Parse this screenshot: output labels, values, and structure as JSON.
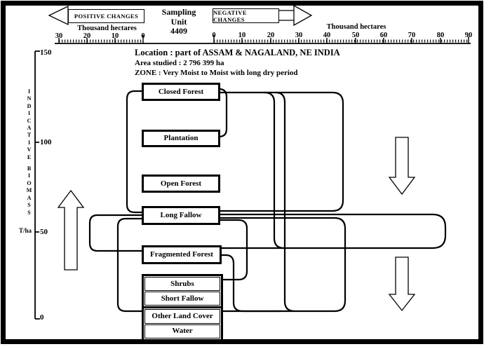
{
  "header": {
    "positive_label": "POSITIVE CHANGES",
    "negative_label": "NEGATIVE CHANGES",
    "sampling_unit": [
      "Sampling",
      "Unit",
      "4409"
    ],
    "left_axis_title": "Thousand  hectares",
    "right_axis_title": "Thousand  hectares",
    "left_axis_ticks": [
      "30",
      "20",
      "10",
      "0"
    ],
    "right_axis_ticks": [
      "0",
      "10",
      "20",
      "30",
      "40",
      "50",
      "60",
      "70",
      "80",
      "90"
    ]
  },
  "info": {
    "location": "Location :  part of ASSAM &  NAGALAND, NE INDIA",
    "area": "Area studied : 2 796 399 ha",
    "zone": "ZONE :  Very Moist  to Moist with long dry period"
  },
  "y_axis": {
    "title": "INDICATIVE BIOMASS",
    "unit": "T/ha",
    "ticks": [
      "150",
      "100",
      "50",
      "0"
    ]
  },
  "boxes": {
    "closed_forest": "Closed Forest",
    "plantation": "Plantation",
    "open_forest": "Open Forest",
    "long_fallow": "Long Fallow",
    "fragmented_forest": "Fragmented Forest",
    "shrubs": "Shrubs",
    "short_fallow": "Short Fallow",
    "other_land_cover": "Other Land Cover",
    "water": "Water"
  },
  "connectors": [
    {
      "from": "Closed Forest",
      "to": "Plantation",
      "side": "right"
    },
    {
      "from": "Closed Forest",
      "to": "Long Fallow",
      "side": "left"
    },
    {
      "from": "Closed Forest",
      "to": "Long Fallow",
      "side": "right"
    },
    {
      "from": "Closed Forest",
      "to": "Fragmented Forest",
      "side": "right"
    },
    {
      "from": "Closed Forest",
      "to": "Other Land Cover",
      "side": "right"
    },
    {
      "from": "Long Fallow",
      "to": "Fragmented Forest",
      "side": "left"
    },
    {
      "from": "Long Fallow",
      "to": "Other Land Cover",
      "side": "left"
    },
    {
      "from": "Long Fallow",
      "to": "Fragmented Forest",
      "side": "right"
    },
    {
      "from": "Long Fallow",
      "to": "Other Land Cover",
      "side": "right"
    },
    {
      "from": "Long Fallow",
      "to": "Shrubs",
      "side": "right"
    },
    {
      "from": "Fragmented Forest",
      "to": "Other Land Cover",
      "side": "right"
    }
  ],
  "colors": {
    "line": "#000000",
    "background": "#ffffff"
  }
}
